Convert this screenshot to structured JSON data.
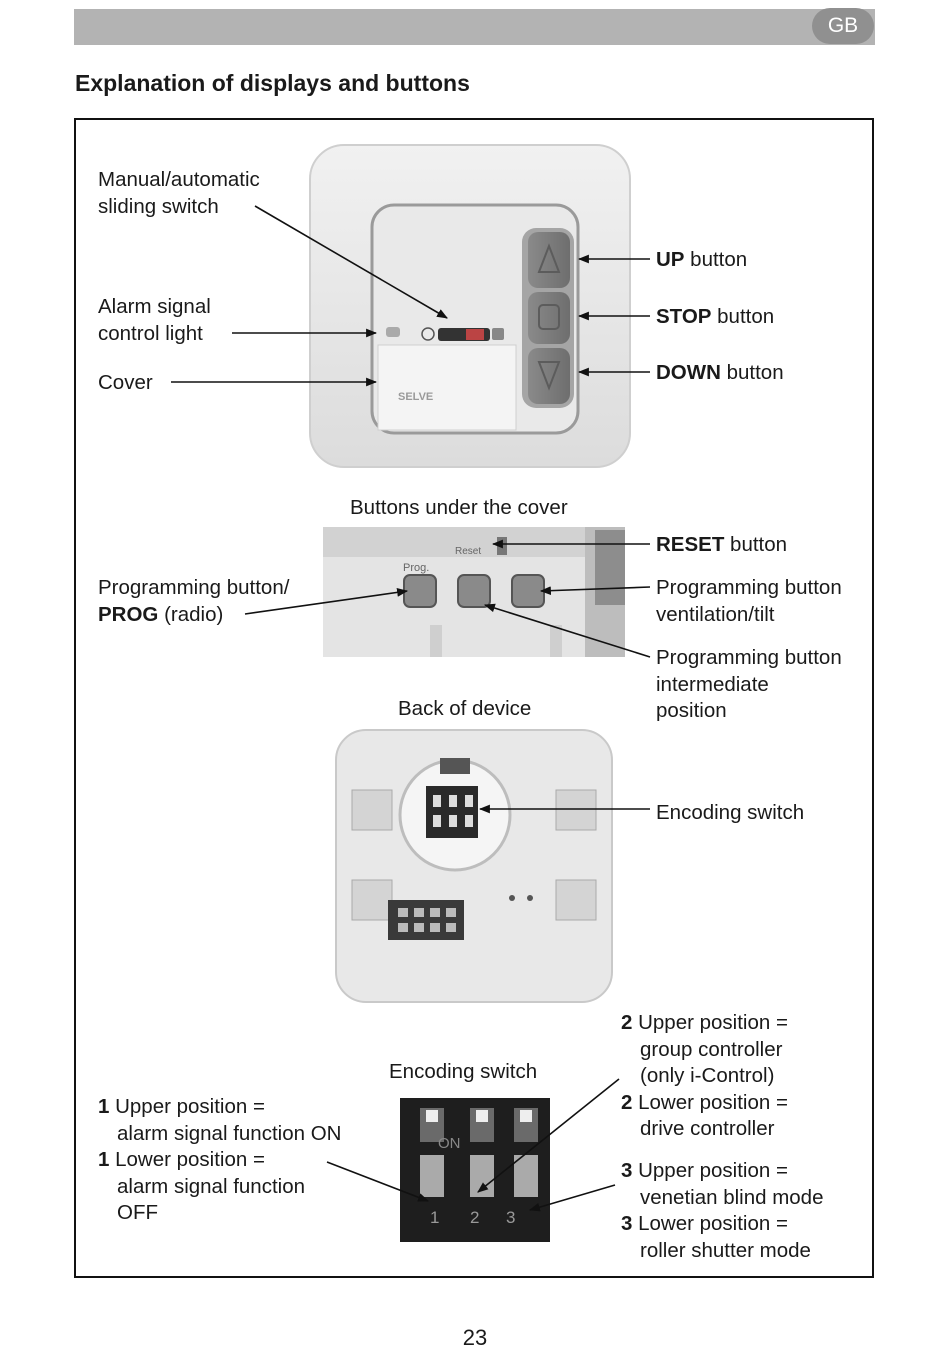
{
  "header": {
    "language_badge": "GB"
  },
  "heading": "Explanation of displays and buttons",
  "labels": {
    "manual_line1": "Manual/automatic",
    "manual_line2": "sliding switch",
    "alarm_line1": "Alarm signal",
    "alarm_line2": "control light",
    "cover": "Cover",
    "up_bold": "UP",
    "up_rest": " button",
    "stop_bold": "STOP",
    "stop_rest": " button",
    "down_bold": "DOWN",
    "down_rest": " button",
    "buttons_under_cover": "Buttons under the cover",
    "reset_bold": "RESET",
    "reset_rest": " button",
    "prog_line1": "Programming button/",
    "prog_bold": "PROG",
    "prog_rest": " (radio)",
    "vent_line1": "Programming button",
    "vent_line2": "ventilation/tilt",
    "inter_line1": "Programming button",
    "inter_line2": "intermediate",
    "inter_line3": "position",
    "back_of_device": "Back of device",
    "encoding_switch_right": "Encoding switch",
    "encoding_switch_caption": "Encoding switch",
    "sw1_up_num": "1",
    "sw1_up_text": " Upper position =",
    "sw1_up_line2": "alarm signal function ON",
    "sw1_low_num": "1",
    "sw1_low_text": " Lower position =",
    "sw1_low_line2": "alarm signal function",
    "sw1_low_line3": "OFF",
    "sw2_up_num": "2",
    "sw2_up_text": " Upper position =",
    "sw2_up_line2": "group controller",
    "sw2_up_line3": "(only i-Control)",
    "sw2_low_num": "2",
    "sw2_low_text": " Lower position =",
    "sw2_low_line2": "drive controller",
    "sw3_up_num": "3",
    "sw3_up_text": " Upper position =",
    "sw3_up_line2": "venetian blind mode",
    "sw3_low_num": "3",
    "sw3_low_text": " Lower position =",
    "sw3_low_line2": "roller shutter mode"
  },
  "device_text": {
    "brand": "SELVE",
    "prog_key": "Prog.",
    "reset_key": "Reset",
    "dip_on": "ON",
    "dip_1": "1",
    "dip_2": "2",
    "dip_3": "3"
  },
  "footer": {
    "page_number": "23"
  }
}
